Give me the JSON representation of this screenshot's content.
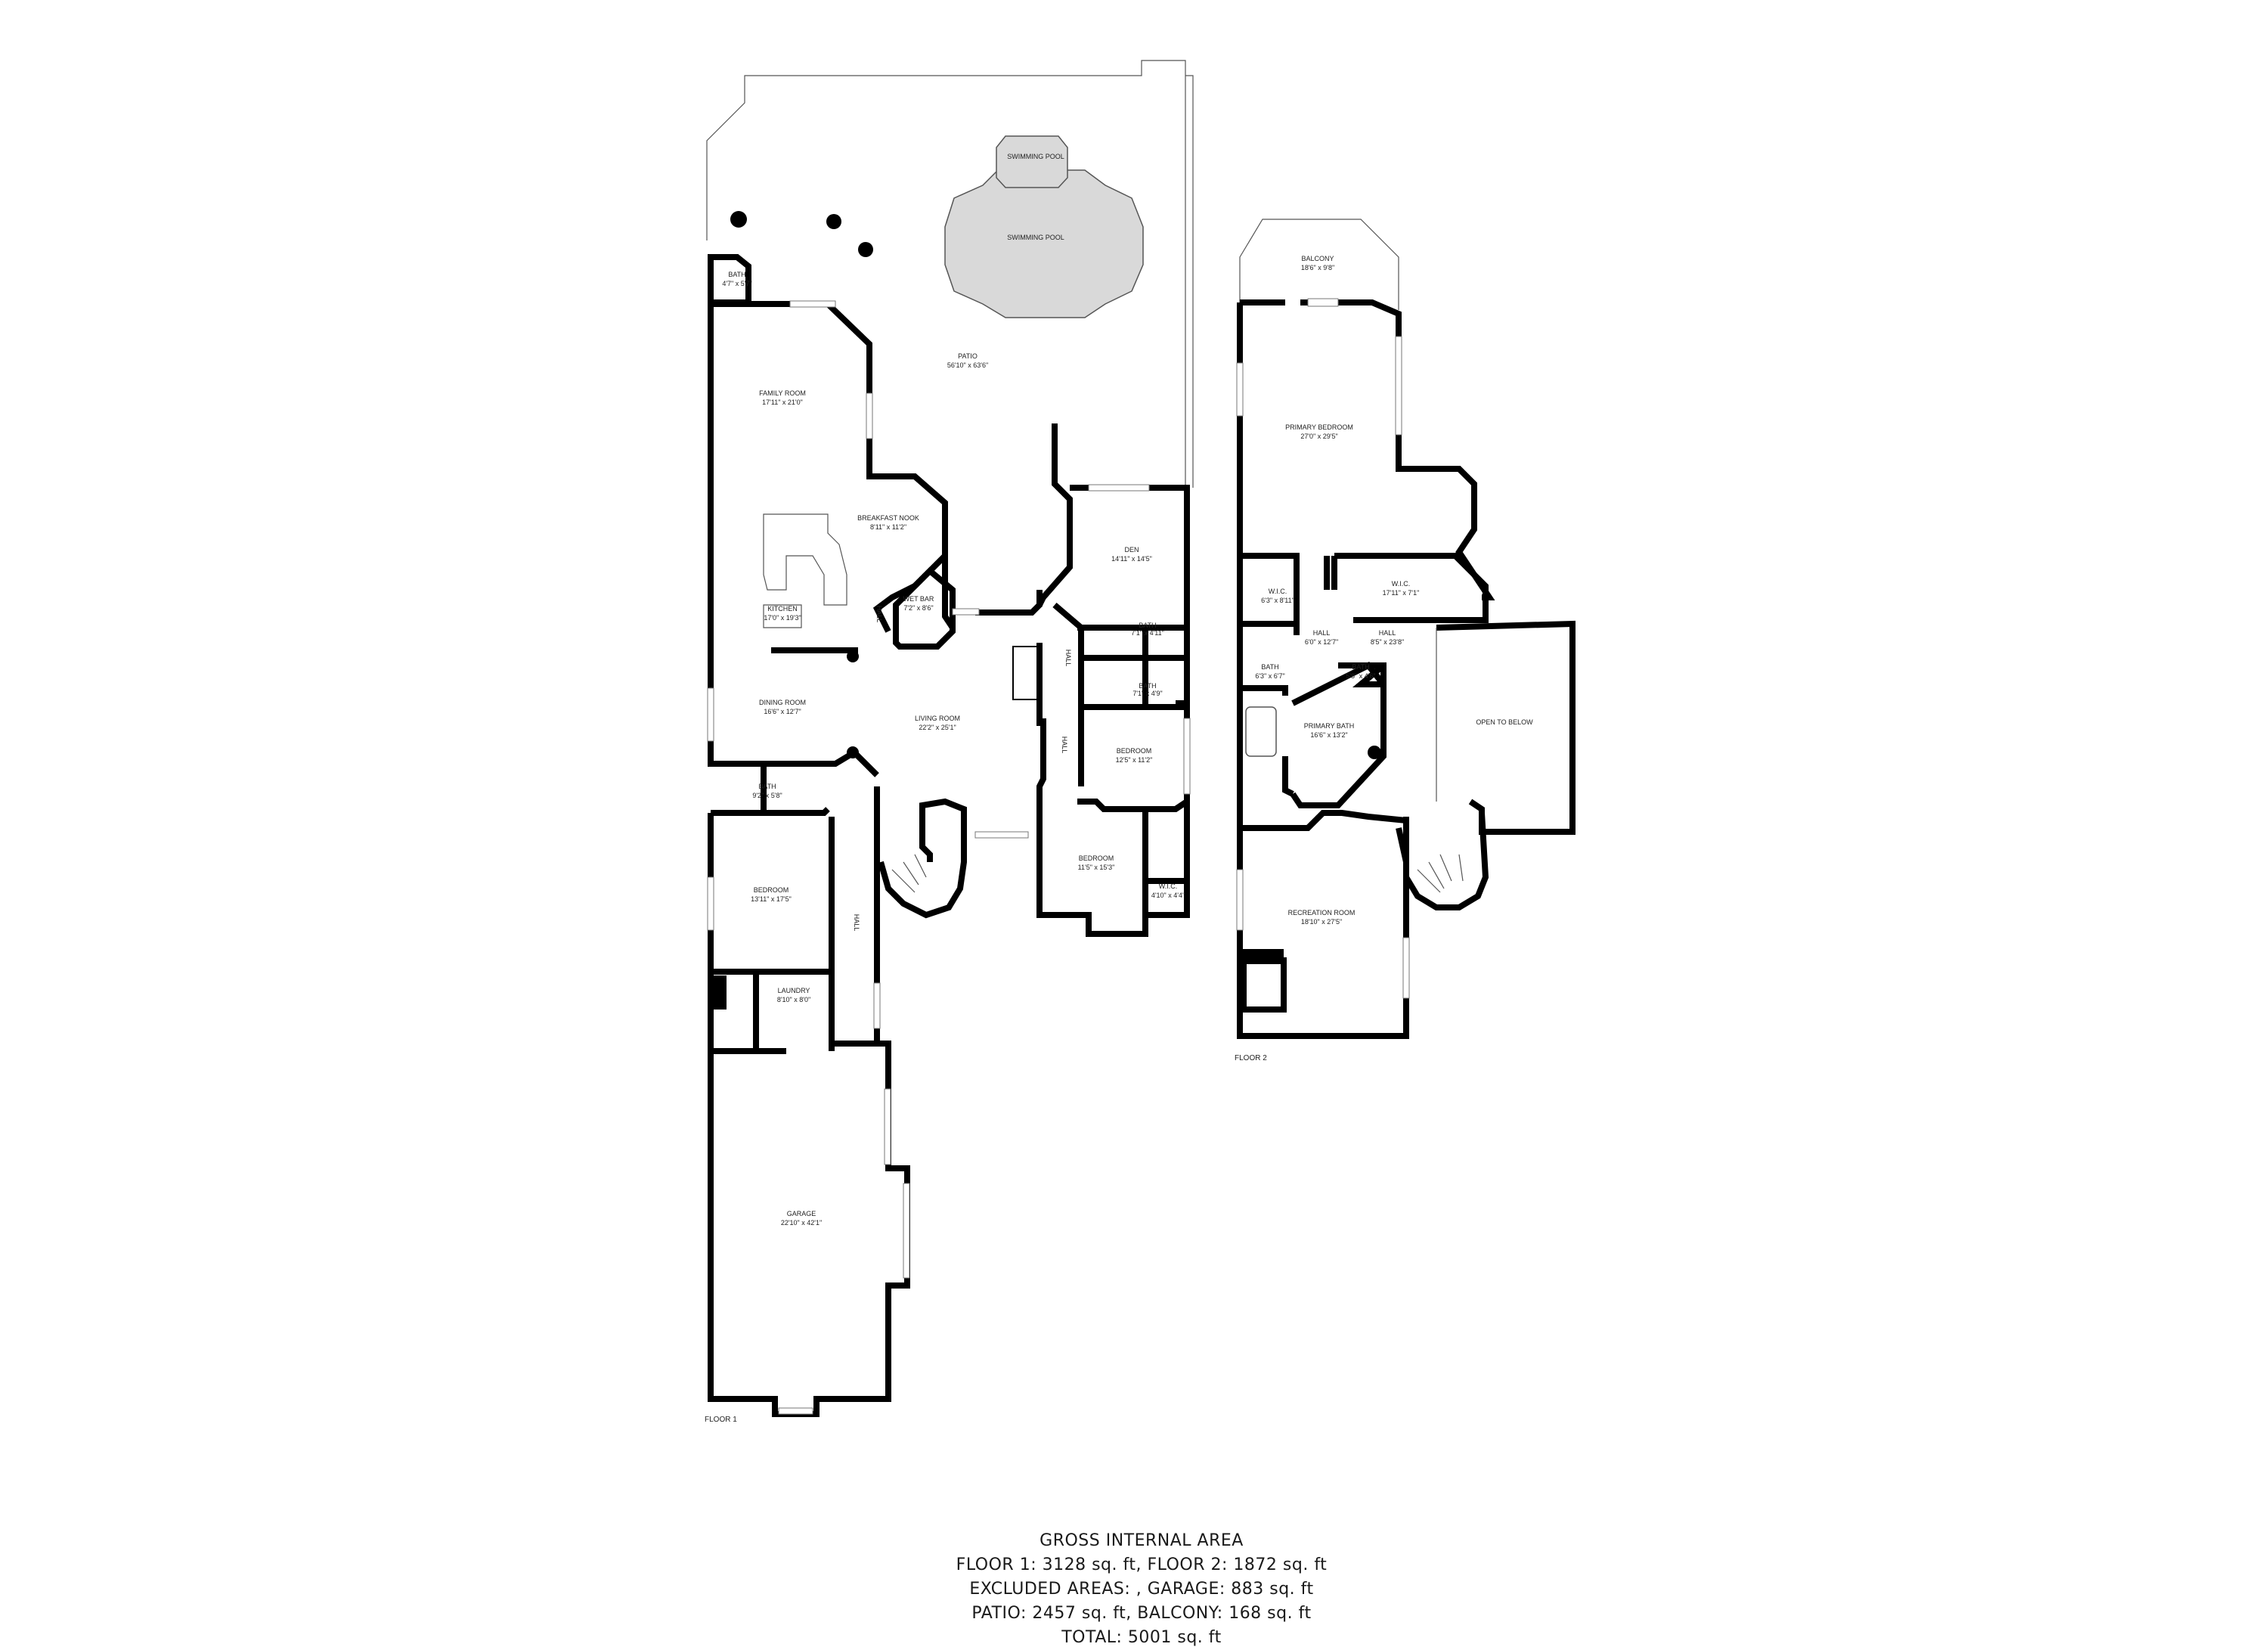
{
  "floors": [
    {
      "label": "FLOOR 1",
      "rooms": [
        {
          "name": "SWIMMING POOL",
          "dims": ""
        },
        {
          "name": "SWIMMING POOL",
          "dims": ""
        },
        {
          "name": "PATIO",
          "dims": "56'10\" x 63'6\""
        },
        {
          "name": "BATH",
          "dims": "4'7\" x 5'7\""
        },
        {
          "name": "FAMILY ROOM",
          "dims": "17'11\" x 21'0\""
        },
        {
          "name": "BREAKFAST NOOK",
          "dims": "8'11\" x 11'2\""
        },
        {
          "name": "KITCHEN",
          "dims": "17'0\" x 19'3\""
        },
        {
          "name": "WET BAR",
          "dims": "7'2\" x 8'6\""
        },
        {
          "name": "DEN",
          "dims": "14'11\" x 14'5\""
        },
        {
          "name": "BATH",
          "dims": "7'1\" x 4'11\""
        },
        {
          "name": "BATH",
          "dims": "7'1\" x 4'9\""
        },
        {
          "name": "DINING ROOM",
          "dims": "16'6\" x 12'7\""
        },
        {
          "name": "LIVING ROOM",
          "dims": "22'2\" x 25'1\""
        },
        {
          "name": "BEDROOM",
          "dims": "12'5\" x 11'2\""
        },
        {
          "name": "BATH",
          "dims": "9'2\" x 5'8\""
        },
        {
          "name": "BEDROOM",
          "dims": "13'11\" x 17'5\""
        },
        {
          "name": "BEDROOM",
          "dims": "11'5\" x 15'3\""
        },
        {
          "name": "W.I.C.",
          "dims": "4'10\" x 4'4\""
        },
        {
          "name": "LAUNDRY",
          "dims": "8'10\" x 8'0\""
        },
        {
          "name": "GARAGE",
          "dims": "22'10\" x 42'1\""
        }
      ]
    },
    {
      "label": "FLOOR 2",
      "rooms": [
        {
          "name": "BALCONY",
          "dims": "18'6\" x 9'8\""
        },
        {
          "name": "PRIMARY BEDROOM",
          "dims": "27'0\" x 29'5\""
        },
        {
          "name": "W.I.C.",
          "dims": "17'11\" x 7'1\""
        },
        {
          "name": "W.I.C.",
          "dims": "6'3\" x 8'11\""
        },
        {
          "name": "HALL",
          "dims": "6'0\" x 12'7\""
        },
        {
          "name": "HALL",
          "dims": "8'5\" x 23'8\""
        },
        {
          "name": "BATH",
          "dims": "6'3\" x 6'7\""
        },
        {
          "name": "BATH",
          "dims": "5'8\" x 4'6\""
        },
        {
          "name": "PRIMARY BATH",
          "dims": "16'6\" x 13'2\""
        },
        {
          "name": "OPEN TO BELOW",
          "dims": ""
        },
        {
          "name": "RECREATION ROOM",
          "dims": "18'10\" x 27'5\""
        }
      ]
    }
  ],
  "halls_floor1": [
    "HALL",
    "HALL",
    "HALL",
    "HALL"
  ],
  "summary": {
    "title": "GROSS INTERNAL AREA",
    "line1": "FLOOR 1: 3128 sq. ft, FLOOR 2: 1872 sq. ft",
    "line2": "EXCLUDED AREAS: , GARAGE: 883 sq. ft",
    "line3": "PATIO: 2457 sq. ft, BALCONY: 168 sq. ft",
    "line4": "TOTAL: 5001 sq. ft"
  },
  "colors": {
    "wall": "#000000",
    "pool": "#d9d9d9",
    "background": "#ffffff"
  }
}
